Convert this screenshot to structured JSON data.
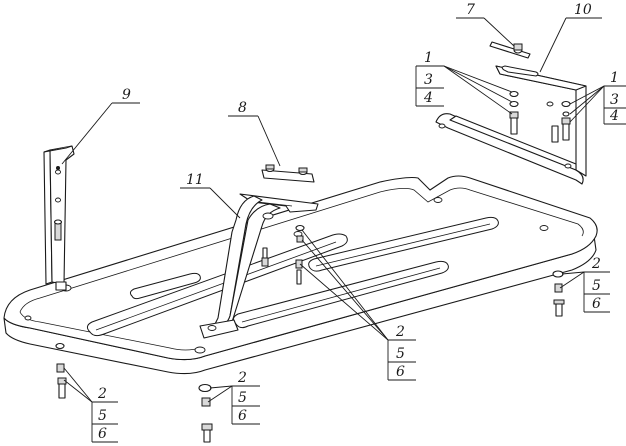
{
  "callouts": {
    "part_7": "7",
    "part_10": "10",
    "part_9": "9",
    "part_8": "8",
    "part_11": "11",
    "stack_1_3_4_left": [
      "1",
      "3",
      "4"
    ],
    "stack_1_3_4_right": [
      "1",
      "3",
      "4"
    ],
    "stack_2_5_6_right": [
      "2",
      "5",
      "6"
    ],
    "stack_2_5_6_center": [
      "2",
      "5",
      "6"
    ],
    "stack_2_5_6_bottom_left": [
      "2",
      "5",
      "6"
    ],
    "stack_2_5_6_bottom_mid": [
      "2",
      "5",
      "6"
    ]
  }
}
